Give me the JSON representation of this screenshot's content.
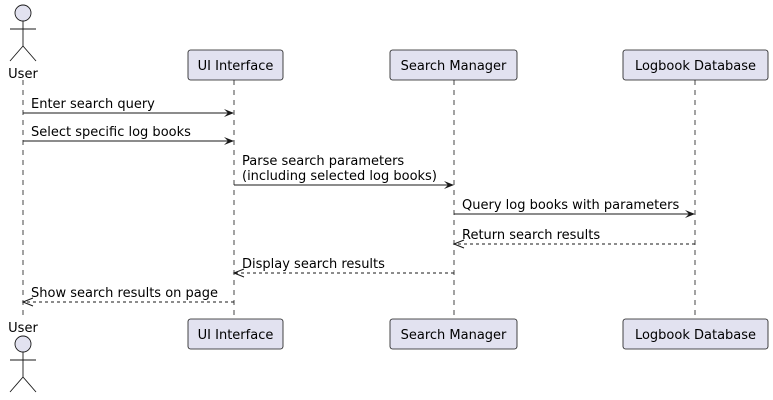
{
  "participants": [
    {
      "id": "user",
      "name": "User",
      "kind": "actor"
    },
    {
      "id": "ui",
      "name": "UI Interface",
      "kind": "participant"
    },
    {
      "id": "sm",
      "name": "Search Manager",
      "kind": "participant"
    },
    {
      "id": "db",
      "name": "Logbook Database",
      "kind": "participant"
    }
  ],
  "messages": [
    {
      "from": "user",
      "to": "ui",
      "lines": [
        "Enter search query"
      ],
      "style": "solid"
    },
    {
      "from": "user",
      "to": "ui",
      "lines": [
        "Select specific log books"
      ],
      "style": "solid"
    },
    {
      "from": "ui",
      "to": "sm",
      "lines": [
        "Parse search parameters",
        "(including selected log books)"
      ],
      "style": "solid"
    },
    {
      "from": "sm",
      "to": "db",
      "lines": [
        "Query log books with parameters"
      ],
      "style": "solid"
    },
    {
      "from": "db",
      "to": "sm",
      "lines": [
        "Return search results"
      ],
      "style": "dashed"
    },
    {
      "from": "sm",
      "to": "ui",
      "lines": [
        "Display search results"
      ],
      "style": "dashed"
    },
    {
      "from": "ui",
      "to": "user",
      "lines": [
        "Show search results on page"
      ],
      "style": "dashed"
    }
  ],
  "colors": {
    "participant_fill": "#E2E2F0",
    "stroke": "#181818",
    "text": "#000000"
  }
}
